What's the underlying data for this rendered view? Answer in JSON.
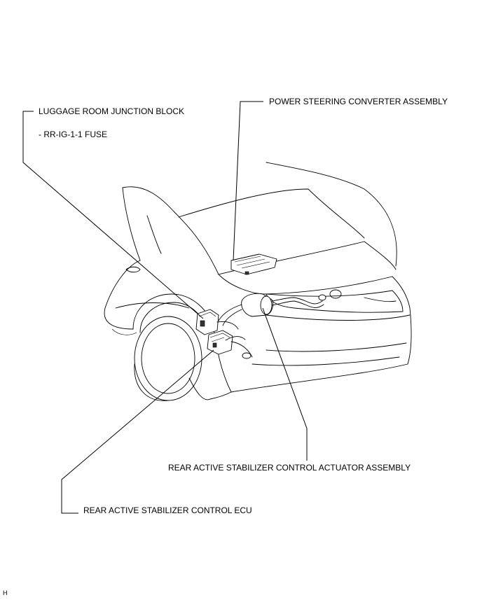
{
  "labels": {
    "power_steering_converter": "POWER STEERING CONVERTER ASSEMBLY",
    "luggage_room_junction_block": "LUGGAGE ROOM JUNCTION BLOCK",
    "fuse": "- RR-IG-1-1 FUSE",
    "rear_actuator": "REAR ACTIVE STABILIZER CONTROL ACTUATOR ASSEMBLY",
    "rear_ecu": "REAR ACTIVE STABILIZER CONTROL ECU",
    "corner_mark": "H"
  }
}
